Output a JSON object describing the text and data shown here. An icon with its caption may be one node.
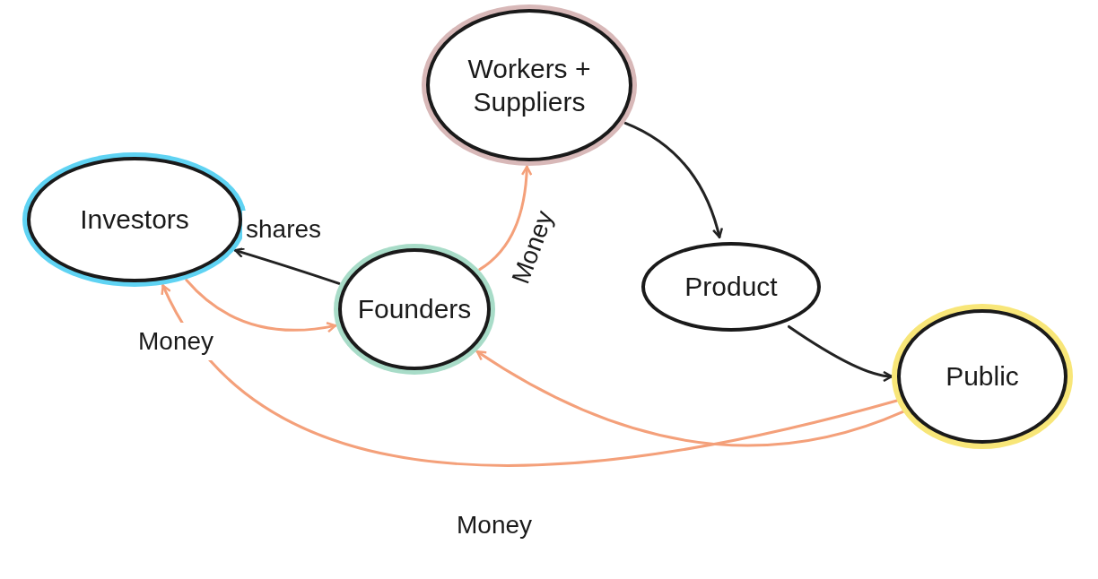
{
  "diagram": {
    "nodes": [
      {
        "text": [
          "Workers + Suppliers"
        ]
      },
      {
        "text": [
          "Investors"
        ]
      },
      {
        "text": [
          "Founders"
        ]
      },
      {
        "text": [
          "Product"
        ]
      },
      {
        "text": [
          "Public"
        ]
      }
    ],
    "edges": [
      {
        "from": 2,
        "to": 1,
        "arrow": "to",
        "label": "shares",
        "color": "#222222"
      },
      {
        "from": 1,
        "to": 2,
        "arrow": "to",
        "label": "Money"
      },
      {
        "from": 2,
        "to": 0,
        "arrow": "to",
        "label": "Money"
      },
      {
        "from": 0,
        "to": 3,
        "arrow": "to",
        "color": "#222222"
      },
      {
        "from": 3,
        "to": 4,
        "arrow": "to",
        "color": "#222222"
      },
      {
        "from": 4,
        "to": 1,
        "arrow": "to",
        "label": "Money"
      },
      {
        "from": 4,
        "to": 2,
        "arrow": "to"
      }
    ]
  }
}
